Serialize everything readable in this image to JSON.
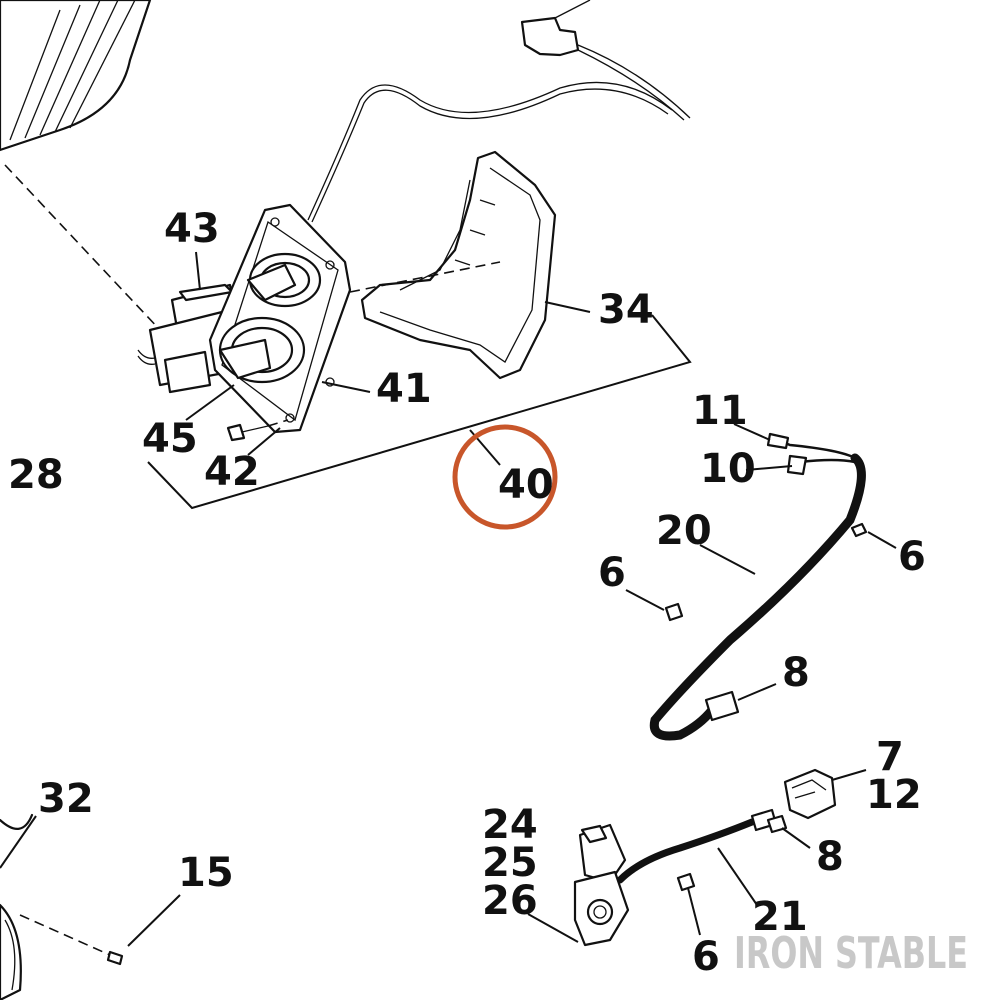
{
  "diagram": {
    "callouts": {
      "c43": "43",
      "c34": "34",
      "c41": "41",
      "c45": "45",
      "c42": "42",
      "c28": "28",
      "c40": "40",
      "c11": "11",
      "c10": "10",
      "c20": "20",
      "c6a": "6",
      "c6b": "6",
      "c8a": "8",
      "c7": "7",
      "c12": "12",
      "c24": "24",
      "c25": "25",
      "c26": "26",
      "c8b": "8",
      "c21": "21",
      "c6c": "6",
      "c32": "32",
      "c15": "15"
    },
    "highlighted_callout": "40",
    "highlight_color": "#c8562a"
  },
  "watermark": {
    "text": "IRON STABLE",
    "color": "#c8c8c8"
  }
}
